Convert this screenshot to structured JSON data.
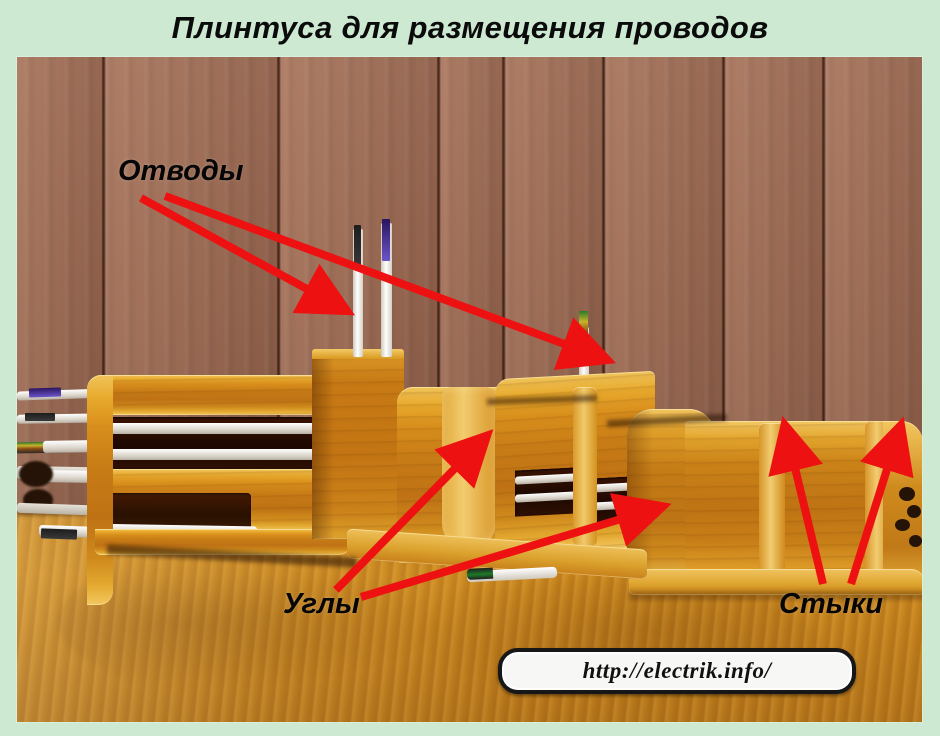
{
  "page": {
    "title": "Плинтуса для размещения проводов",
    "background_color": "#cde9d2",
    "title_color": "#0b0b0b"
  },
  "photo": {
    "alt_description": "Фотография плинтусов с кабель-каналом: угловые и соединительные элементы, отводы для проводов",
    "wall_color": "#9e6a52",
    "floor_color": "#c9881e",
    "baseboard_color": "#c87c16",
    "baseboard_highlight_color": "#f0c45a"
  },
  "annotations": {
    "arrow_color": "#ee1111",
    "items": [
      {
        "id": "otvody",
        "label": "Отводы",
        "pointer_count": 2
      },
      {
        "id": "ugly",
        "label": "Углы",
        "pointer_count": 2
      },
      {
        "id": "styki",
        "label": "Стыки",
        "pointer_count": 2
      }
    ]
  },
  "watermark": {
    "url": "http://electrik.info/",
    "badge_background": "#f7f7f5",
    "badge_border": "#171717"
  }
}
